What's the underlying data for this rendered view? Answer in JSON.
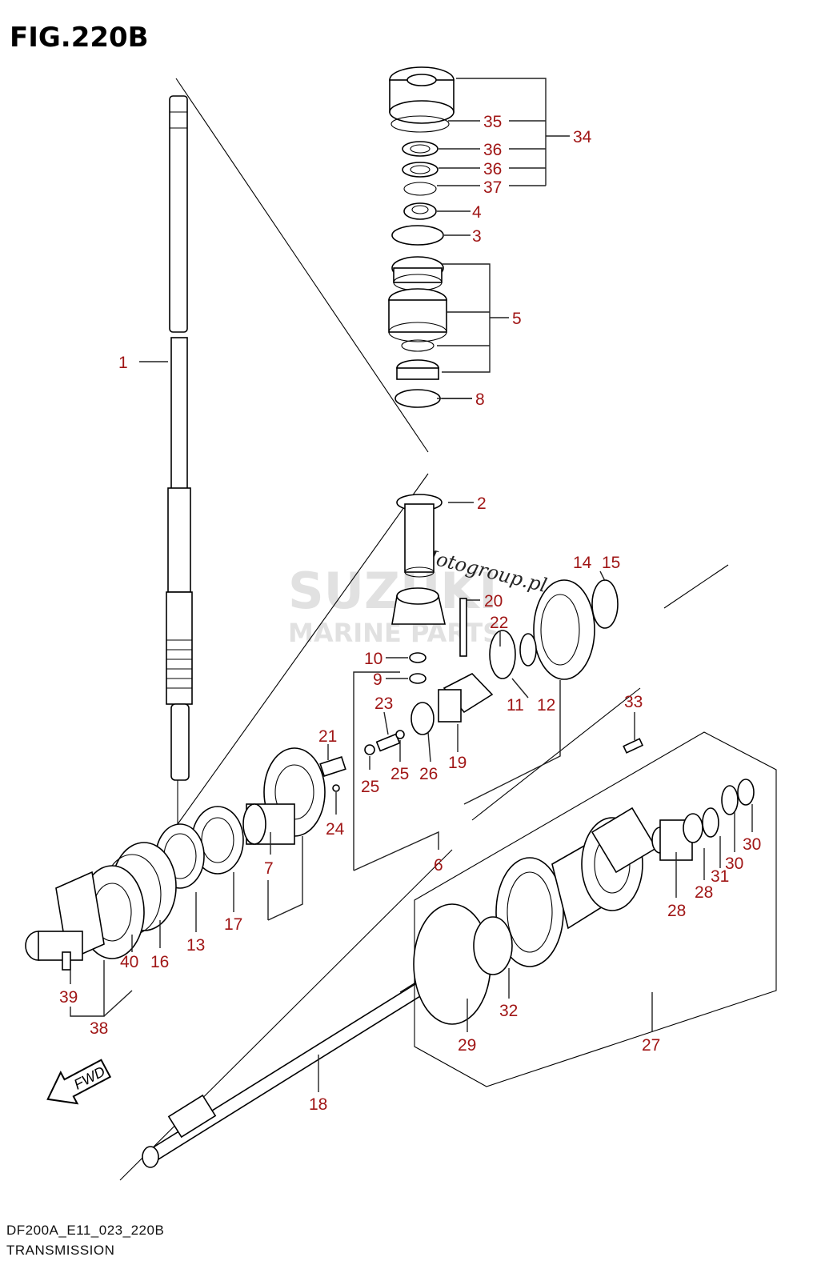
{
  "figure": {
    "title": "FIG.220B",
    "model_code": "DF200A_E11_023_220B",
    "section_name": "TRANSMISSION"
  },
  "callouts": [
    "1",
    "2",
    "3",
    "4",
    "5",
    "6",
    "7",
    "8",
    "9",
    "10",
    "11",
    "12",
    "13",
    "14",
    "15",
    "16",
    "17",
    "18",
    "19",
    "20",
    "21",
    "22",
    "23",
    "24",
    "25",
    "26",
    "27",
    "28",
    "29",
    "30",
    "31",
    "32",
    "33",
    "34",
    "35",
    "36",
    "37",
    "38",
    "39",
    "40"
  ],
  "direction_arrow": {
    "label": "FWD",
    "icon": "fwd-arrow-icon"
  },
  "watermarks": {
    "brand": "SUZUKI",
    "subtitle": "MARINE PARTS",
    "site": "Motogroup.pl"
  },
  "colors": {
    "part_number": "#a01616",
    "ink": "#000000",
    "background": "#ffffff"
  }
}
